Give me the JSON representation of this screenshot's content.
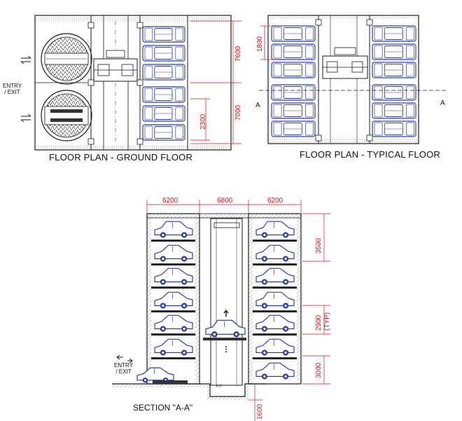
{
  "titles": {
    "ground": "FLOOR PLAN - GROUND FLOOR",
    "typical": "FLOOR PLAN - TYPICAL FLOOR",
    "section": "SECTION \"A-A\""
  },
  "labels": {
    "entry_exit_plan": "ENTRY\n/ EXIT",
    "entry_exit_section": "ENTRY\n/ EXIT",
    "cut_left": "A",
    "cut_right": "A",
    "pit": "PIT"
  },
  "dimensions": {
    "ground_upper": "7600",
    "ground_lower": "7000",
    "ground_bay": "2300",
    "typical_bay": "1800",
    "section_left_width": "6200",
    "section_middle_width": "6800",
    "section_right_width": "6200",
    "section_top_height": "3500",
    "section_typ_height": "2900",
    "section_typ_note": "(TYP)",
    "section_ground_height": "3000",
    "section_pit_depth": "1600"
  },
  "colors": {
    "line": "#1a1a1a",
    "car": "#2a3fb0",
    "dimension": "#e0101a",
    "hatch": "#555555"
  }
}
